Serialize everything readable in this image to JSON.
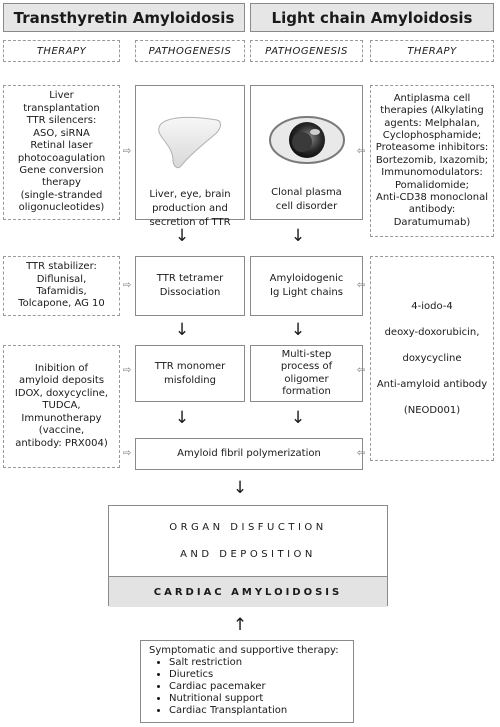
{
  "headers": {
    "left": "Transthyretin Amyloidosis",
    "right": "Light chain Amyloidosis"
  },
  "labels": {
    "therapy_left": "THERAPY",
    "pathogenesis_left": "PATHOGENESIS",
    "pathogenesis_right": "PATHOGENESIS",
    "therapy_right": "THERAPY"
  },
  "ttr": {
    "therapy1": "Liver\ntransplantation\nTTR silencers:\nASO, siRNA\nRetinal laser\nphotocoagulation\nGene conversion\ntherapy\n(single-stranded\noligonucleotides)",
    "path1": "Liver, eye, brain\nproduction and\nsecretion of TTR",
    "therapy2": "TTR stabilizer:\nDiflunisal,\nTafamidis,\nTolcapone, AG 10",
    "path2": "TTR tetramer\nDissociation",
    "therapy3": "Inibition of\namyloid deposits\nIDOX, doxycycline,\nTUDCA,\nImmunotherapy\n(vaccine,\nantibody: PRX004)",
    "path3": "TTR monomer\nmisfolding"
  },
  "al": {
    "path1": "Clonal plasma\ncell disorder",
    "therapy1": "Antiplasma cell\ntherapies (Alkylating\nagents: Melphalan,\nCyclophosphamide;\nProteasome inhibitors:\nBortezomib, Ixazomib;\nImmunomodulators:\nPomalidomide;\nAnti-CD38 monoclonal\nantibody:\nDaratumumab)",
    "path2": "Amyloidogenic\nIg Light chains",
    "path3": "Multi-step\nprocess of\noligomer\nformation",
    "therapy2": "4-iodo-4\ndeoxy-doxorubicin,\ndoxycycline\nAnti-amyloid antibody\n(NEOD001)"
  },
  "fibril": "Amyloid fibril polymerization",
  "organ": {
    "line": "ORGAN DISFUCTION\nAND DEPOSITION",
    "cardiac": "CARDIAC AMYLOIDOSIS"
  },
  "support": {
    "title": "Symptomatic and supportive therapy:",
    "items": [
      "Salt restriction",
      "Diuretics",
      "Cardiac pacemaker",
      "Nutritional support",
      "Cardiac Transplantation"
    ]
  },
  "icons": {
    "down_arrow": "↓",
    "up_arrow": "↑",
    "right_arrow": "⇨",
    "left_arrow": "⇦"
  },
  "colors": {
    "header_bg": "#e6e6e6",
    "cardiac_bg": "#e3e3e3",
    "border": "#8a8a8a"
  }
}
